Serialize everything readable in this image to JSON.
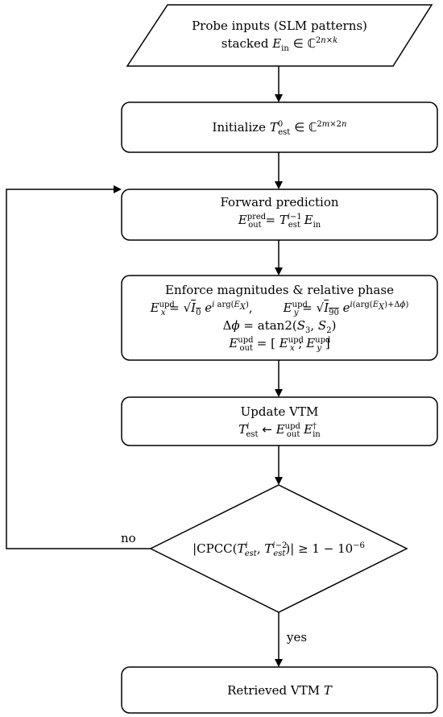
{
  "nodes": {
    "probe": {
      "title": "Probe inputs (SLM patterns)",
      "line": "stacked"
    },
    "init": {
      "title": "Initialize"
    },
    "forward": {
      "title": "Forward prediction"
    },
    "enforce": {
      "title": "Enforce magnitudes & relative phase"
    },
    "update": {
      "title": "Update VTM"
    },
    "decision": {
      "yes_label": "yes",
      "no_label": "no"
    },
    "retrieved": {
      "title": "Retrieved VTM"
    }
  }
}
